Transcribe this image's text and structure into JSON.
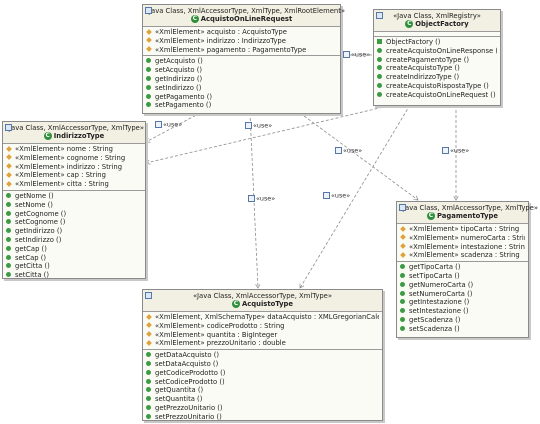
{
  "classes": {
    "acquisto_online_request": {
      "stereotype": "«Java Class, XmlAccessorType, XmlType, XmlRootElement»",
      "name": "AcquistoOnLineRequest",
      "fields": [
        "«XmlElement» acquisto : AcquistoType",
        "«XmlElement» indirizzo : IndirizzoType",
        "«XmlElement» pagamento : PagamentoType"
      ],
      "methods": [
        "getAcquisto ()",
        "setAcquisto ()",
        "getIndirizzo ()",
        "setIndirizzo ()",
        "getPagamento ()",
        "setPagamento ()"
      ]
    },
    "object_factory": {
      "stereotype": "«Java Class, XmlRegistry»",
      "name": "ObjectFactory",
      "methods": [
        "ObjectFactory ()",
        "createAcquistoOnLineResponse ()",
        "createPagamentoType ()",
        "createAcquistoType ()",
        "createIndirizzoType ()",
        "createAcquistoRispostaType ()",
        "createAcquistoOnLineRequest ()"
      ]
    },
    "indirizzo_type": {
      "stereotype": "«Java Class, XmlAccessorType, XmlType»",
      "name": "IndirizzoType",
      "fields": [
        "«XmlElement» nome : String",
        "«XmlElement» cognome : String",
        "«XmlElement» indirizzo : String",
        "«XmlElement» cap : String",
        "«XmlElement» citta : String"
      ],
      "methods": [
        "getNome ()",
        "setNome ()",
        "getCognome ()",
        "setCognome ()",
        "getIndirizzo ()",
        "setIndirizzo ()",
        "getCap ()",
        "setCap ()",
        "getCitta ()",
        "setCitta ()"
      ]
    },
    "pagamento_type": {
      "stereotype": "«Java Class, XmlAccessorType, XmlType»",
      "name": "PagamentoType",
      "fields": [
        "«XmlElement» tipoCarta : String",
        "«XmlElement» numeroCarta : String",
        "«XmlElement» intestazione : String",
        "«XmlElement» scadenza : String"
      ],
      "methods": [
        "getTipoCarta ()",
        "setTipoCarta ()",
        "getNumeroCarta ()",
        "setNumeroCarta ()",
        "getIntestazione ()",
        "setIntestazione ()",
        "getScadenza ()",
        "setScadenza ()"
      ]
    },
    "acquisto_type": {
      "stereotype": "«Java Class, XmlAccessorType, XmlType»",
      "name": "AcquistoType",
      "fields": [
        "«XmlElement, XmlSchemaType» dataAcquisto : XMLGregorianCalendar",
        "«XmlElement» codiceProdotto : String",
        "«XmlElement» quantita : BigInteger",
        "«XmlElement» prezzoUnitario : double"
      ],
      "methods": [
        "getDataAcquisto ()",
        "setDataAcquisto ()",
        "getCodiceProdotto ()",
        "setCodiceProdotto ()",
        "getQuantita ()",
        "setQuantita ()",
        "getPrezzoUnitario ()",
        "setPrezzoUnitario ()"
      ]
    }
  },
  "dependency_label": "«use»",
  "colors": {
    "dashed_line": "#8c8c8c",
    "class_icon": "#2f8f3a",
    "field_icon": "#e0a23a",
    "method_icon": "#3d9b45"
  }
}
